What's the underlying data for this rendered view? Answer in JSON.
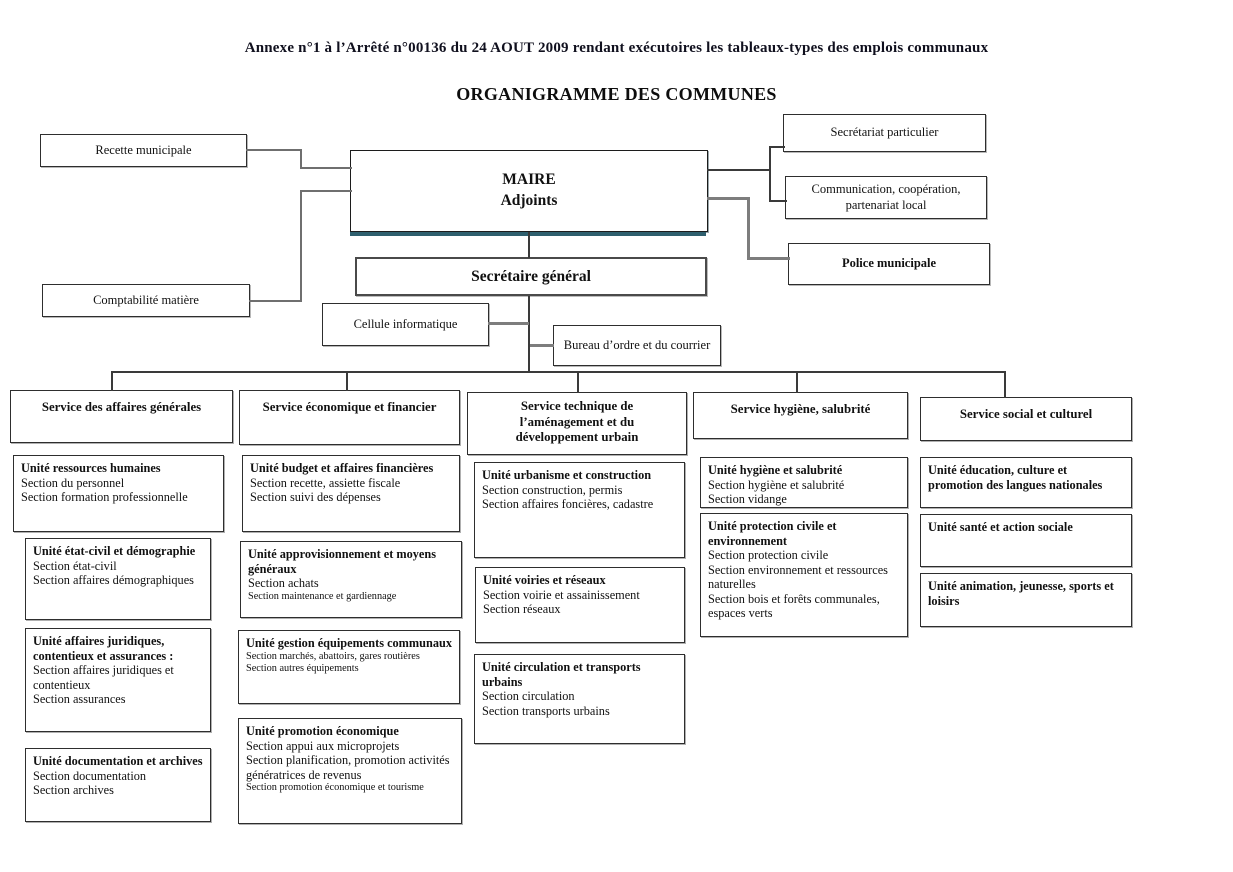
{
  "header": {
    "title": "Annexe n°1 à l’Arrêté n°00136 du 24 AOUT 2009 rendant exécutoires les tableaux-types des emplois communaux",
    "subtitle": "ORGANIGRAMME DES COMMUNES"
  },
  "boxes": {
    "recette": "Recette municipale",
    "comptabilite": "Comptabilité matière",
    "maire_line1": "MAIRE",
    "maire_line2": "Adjoints",
    "secretariat_particulier": "Secrétariat particulier",
    "communication": "Communication, coopération,\npartenariat local",
    "police": "Police municipale",
    "secretaire_general": "Secrétaire général",
    "cellule_informatique": "Cellule informatique",
    "bureau_ordre": "Bureau d’ordre et du courrier"
  },
  "services": [
    {
      "label": "Service des affaires générales",
      "units": [
        {
          "title": "Unité ressources humaines",
          "sections": [
            "Section du personnel",
            "Section formation professionnelle"
          ]
        },
        {
          "title": "Unité état-civil et démographie",
          "sections": [
            "Section état-civil",
            "Section affaires démographiques"
          ]
        },
        {
          "title": "Unité affaires juridiques, contentieux et assurances :",
          "sections": [
            "Section affaires juridiques et contentieux",
            "Section assurances"
          ]
        },
        {
          "title": "Unité documentation et archives",
          "sections": [
            "Section documentation",
            "Section archives"
          ]
        }
      ]
    },
    {
      "label": "Service économique et financier",
      "units": [
        {
          "title": "Unité budget et affaires financières",
          "sections": [
            "Section recette, assiette fiscale",
            "Section suivi des dépenses"
          ]
        },
        {
          "title": "Unité approvisionnement et moyens généraux",
          "sections": [
            "Section achats",
            "Section maintenance et gardiennage"
          ]
        },
        {
          "title": "Unité gestion équipements communaux",
          "sections": [
            "Section marchés, abattoirs, gares routières",
            "Section autres équipements"
          ]
        },
        {
          "title": "Unité promotion économique",
          "sections": [
            "Section appui aux microprojets",
            "Section planification, promotion activités génératrices de revenus",
            "Section promotion économique et tourisme"
          ]
        }
      ]
    },
    {
      "label": "Service technique de\nl’aménagement et du\ndéveloppement urbain",
      "units": [
        {
          "title": "Unité urbanisme et construction",
          "sections": [
            "Section construction, permis",
            "Section affaires foncières, cadastre"
          ]
        },
        {
          "title": "Unité voiries et réseaux",
          "sections": [
            "Section voirie et assainissement",
            "Section réseaux"
          ]
        },
        {
          "title": "Unité circulation et transports urbains",
          "sections": [
            "Section circulation",
            "Section transports urbains"
          ]
        }
      ]
    },
    {
      "label": "Service hygiène, salubrité",
      "units": [
        {
          "title": "Unité hygiène et salubrité",
          "sections": [
            "Section hygiène et salubrité",
            "Section vidange"
          ]
        },
        {
          "title": "Unité protection civile et environnement",
          "sections": [
            "Section protection civile",
            "Section environnement et ressources naturelles",
            "Section bois et forêts communales, espaces verts"
          ]
        }
      ]
    },
    {
      "label": "Service social et culturel",
      "units": [
        {
          "title": "Unité éducation, culture et promotion des langues nationales",
          "sections": []
        },
        {
          "title": "Unité santé et action sociale",
          "sections": []
        },
        {
          "title": "Unité animation, jeunesse, sports et loisirs",
          "sections": []
        }
      ]
    }
  ],
  "colors": {
    "maire_shadow": "#2e5f6e",
    "line_gray": "#7d7d7d",
    "line_dark": "#3a3a3a"
  }
}
